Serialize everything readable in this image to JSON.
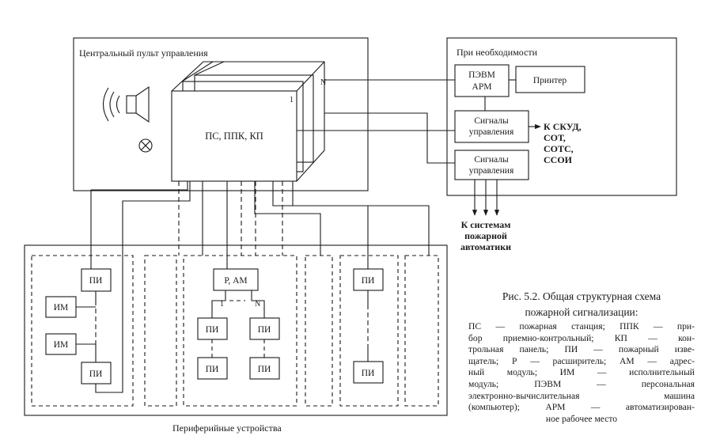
{
  "diagram": {
    "central_panel_title": "Центральный пульт управления",
    "optional_title": "При необходимости",
    "peripheral_title": "Периферийные устройства",
    "station_label": "ПС, ППК, КП",
    "stack_n": "N",
    "stack_1": "1",
    "pevm_line1": "ПЭВМ",
    "pevm_line2": "АРМ",
    "printer": "Принтер",
    "signals_line1": "Сигналы",
    "signals_line2": "управления",
    "external_systems": [
      "К СКУД,",
      "СОТ,",
      "СОТС,",
      "ССОИ"
    ],
    "fire_automation": [
      "К системам",
      "пожарной",
      "автоматики"
    ],
    "pi": "ПИ",
    "im": "ИМ",
    "expander": "Р, АМ",
    "branch_1": "1",
    "branch_n": "N"
  },
  "caption": {
    "title_lines": [
      "Рис. 5.2. Общая структурная схема",
      "пожарной сигнализации:"
    ],
    "body_lines": [
      "ПС — пожарная станция; ППК — при-",
      "бор приемно-контрольный; КП — кон-",
      "трольная панель; ПИ — пожарный изве-",
      "щатель; Р — расширитель; АМ — адрес-",
      "ный модуль; ИМ — исполнительный",
      "модуль; ПЭВМ — персональная",
      "электронно-вычислительная машина",
      "(компьютер); АРМ — автоматизирован-",
      "ное рабочее место"
    ]
  }
}
